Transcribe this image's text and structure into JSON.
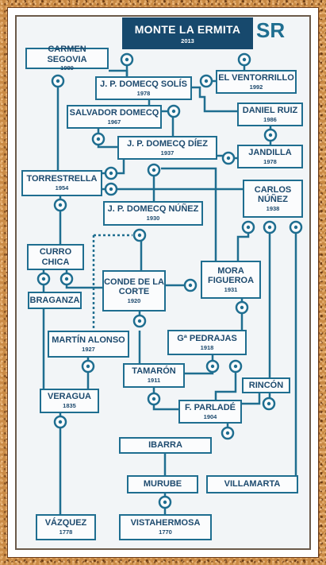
{
  "title": "MONTE LA ERMITA",
  "title_year": "2013",
  "logo": "SR",
  "colors": {
    "line": "#1f6e90",
    "title_bg": "#17496d",
    "text": "#1d4a6e"
  },
  "nodes": [
    {
      "id": "segovia",
      "name": "CARMEN SEGOVIA",
      "year": "1989"
    },
    {
      "id": "jp_solis",
      "name": "J. P. DOMECQ SOLÍS",
      "year": "1978"
    },
    {
      "id": "ventorrillo",
      "name": "EL VENTORRILLO",
      "year": "1992"
    },
    {
      "id": "salvador",
      "name": "SALVADOR DOMECQ",
      "year": "1967"
    },
    {
      "id": "ruiz",
      "name": "DANIEL RUIZ",
      "year": "1986"
    },
    {
      "id": "jp_diez",
      "name": "J. P. DOMECQ DÍEZ",
      "year": "1937"
    },
    {
      "id": "jandilla",
      "name": "JANDILLA",
      "year": "1978"
    },
    {
      "id": "torrestrella",
      "name": "TORRESTRELLA",
      "year": "1954"
    },
    {
      "id": "carlos",
      "name": "CARLOS NÚÑEZ",
      "year": "1938"
    },
    {
      "id": "jp_nunez",
      "name": "J. P. DOMECQ NÚÑEZ",
      "year": "1930"
    },
    {
      "id": "curro",
      "name": "CURRO CHICA",
      "year": ""
    },
    {
      "id": "conde",
      "name": "CONDE DE LA CORTE",
      "year": "1920"
    },
    {
      "id": "mora",
      "name": "MORA FIGUEROA",
      "year": "1931"
    },
    {
      "id": "braganza",
      "name": "BRAGANZA",
      "year": ""
    },
    {
      "id": "martin",
      "name": "MARTÍN ALONSO",
      "year": "1927"
    },
    {
      "id": "pedrajas",
      "name": "Gª PEDRAJAS",
      "year": "1918"
    },
    {
      "id": "tamaron",
      "name": "TAMARÓN",
      "year": "1911"
    },
    {
      "id": "rincon",
      "name": "RINCÓN",
      "year": ""
    },
    {
      "id": "veragua",
      "name": "VERAGUA",
      "year": "1835"
    },
    {
      "id": "parlade",
      "name": "F. PARLADÉ",
      "year": "1904"
    },
    {
      "id": "ibarra",
      "name": "IBARRA",
      "year": ""
    },
    {
      "id": "murube",
      "name": "MURUBE",
      "year": ""
    },
    {
      "id": "villamarta",
      "name": "VILLAMARTA",
      "year": ""
    },
    {
      "id": "vazquez",
      "name": "VÁZQUEZ",
      "year": "1778"
    },
    {
      "id": "vistahermosa",
      "name": "VISTAHERMOSA",
      "year": "1770"
    }
  ]
}
